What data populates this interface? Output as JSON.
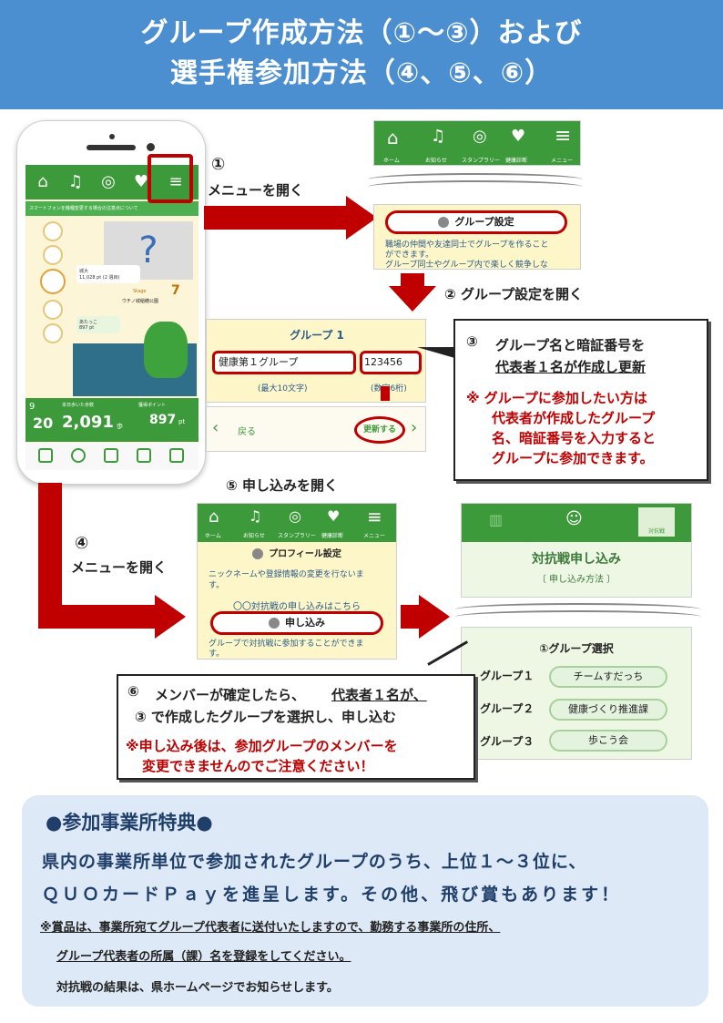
{
  "banner": {
    "line1": "グループ作成方法（①〜③）および",
    "line2": "選手権参加方法（④、⑤、⑥）"
  },
  "phone": {
    "nav_icons": [
      "home-icon",
      "bell-icon",
      "stamp-map-icon",
      "heart-icon",
      "menu-icon"
    ],
    "notice": "スマートフォンを機種変更する場合の注意点について",
    "bubble1_title": "城大",
    "bubble1_sub": "11,028 pt (2 週目)",
    "bubble2_title": "あたっこ",
    "bubble2_sub": "897 pt",
    "stage_label": "Stage",
    "stage_num": "7",
    "stage_place": "ウチノ城稲穂公園",
    "day_num": "9",
    "day_total": "20",
    "steps_label": "本日歩いた歩数",
    "steps_value": "2,091",
    "steps_unit": "歩",
    "points_label": "獲得ポイント",
    "points_value": "897",
    "points_unit": "pt"
  },
  "step1": {
    "num": "①",
    "text": "メニューを開く"
  },
  "nav_labels": {
    "home": "ホーム",
    "notice": "お知らせ",
    "stamp": "スタンプラリー",
    "health": "健康診断",
    "menu": "メニュー"
  },
  "group_settings_panel": {
    "button": "グループ設定",
    "desc1": "職場の仲間や友達同士でグループを作ること",
    "desc2": "ができます。",
    "desc3": "グループ同士やグループ内で楽しく競争しな"
  },
  "step2": {
    "num": "②",
    "text": "グループ設定を開く"
  },
  "group_form": {
    "title": "グループ 1",
    "name_value": "健康第１グループ",
    "pin_value": "123456",
    "name_hint": "(最大10文字)",
    "pin_hint": "(数字6桁)",
    "back": "戻る",
    "update": "更新する"
  },
  "step3": {
    "num": "③",
    "line1": "グループ名と暗証番号を",
    "line2": "代表者１名が作成し更新",
    "note1": "※ グループに参加したい方は",
    "note2": "代表者が作成したグループ",
    "note3": "名、暗証番号を入力すると",
    "note4": "グループに参加できます。"
  },
  "step5": {
    "num": "⑤",
    "text": "申し込みを開く"
  },
  "step4": {
    "num": "④",
    "text": "メニューを開く"
  },
  "menu_panel": {
    "profile": "プロフィール設定",
    "profile_desc": "ニックネームや登録情報の変更を行ないま",
    "profile_desc2": "す。",
    "battle_link": "〇〇対抗戦の申し込みはこちら",
    "apply": "申し込み",
    "apply_desc": "グループで対抗戦に参加することができま",
    "apply_desc2": "す。"
  },
  "battle_panel": {
    "tab_label": "対抗戦",
    "title": "対抗戦申し込み",
    "subtitle": "〔 申し込み方法 〕",
    "select_title": "①グループ選択",
    "groups": [
      {
        "label": "グループ１",
        "value": "チームすだっち"
      },
      {
        "label": "グループ２",
        "value": "健康づくり推進課"
      },
      {
        "label": "グループ３",
        "value": "歩こう会"
      }
    ]
  },
  "step6": {
    "num": "⑥",
    "line1a": "メンバーが確定したら、",
    "line1b": "代表者１名が、",
    "line2": "③ で作成したグループを選択し、申し込む",
    "note1": "※申し込み後は、参加グループのメンバーを",
    "note2": "変更できませんのでご注意ください！"
  },
  "benefit": {
    "title": "●参加事業所特典●",
    "line1": "県内の事業所単位で参加されたグループのうち、上位１～３位に、",
    "line2": "ＱＵＯカードＰａｙを進呈します。その他、飛び賞もあります！",
    "note1": "※賞品は、事業所宛てグループ代表者に送付いたしますので、勤務する事業所の住所、",
    "note2": "グループ代表者の所属（課）名を登録をしてください。",
    "note3": "対抗戦の結果は、県ホームページでお知らせします。"
  },
  "colors": {
    "banner": "#4b8fd1",
    "accent_red": "#c00000",
    "app_green": "#3c9a3a",
    "benefit_bg": "#dde9f6"
  }
}
